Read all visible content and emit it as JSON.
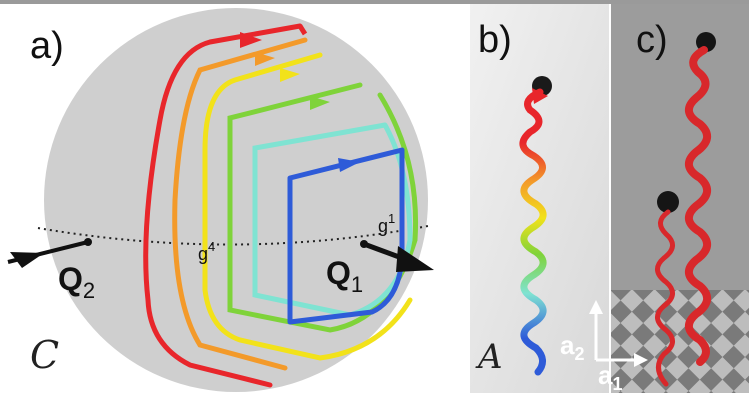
{
  "panels": {
    "a": {
      "label": "a)",
      "q2": {
        "base": "Q",
        "sub": "2"
      },
      "q1": {
        "base": "Q",
        "sub": "1"
      },
      "g4": {
        "base": "g",
        "sup": "4"
      },
      "g1": {
        "base": "g",
        "sup": "1"
      },
      "set_symbol": "C"
    },
    "b": {
      "label": "b)",
      "set_symbol": "A",
      "a2": {
        "base": "a",
        "sub": "2"
      },
      "a1": {
        "base": "a",
        "sub": "1"
      }
    },
    "c": {
      "label": "c)"
    }
  },
  "colors": {
    "red": "#e8262b",
    "orange": "#f39a2a",
    "yellow": "#f2e21a",
    "green": "#7fd33a",
    "cyan": "#7fe3d2",
    "blue": "#2e5bd8",
    "sphere": "#cfcfcf"
  }
}
